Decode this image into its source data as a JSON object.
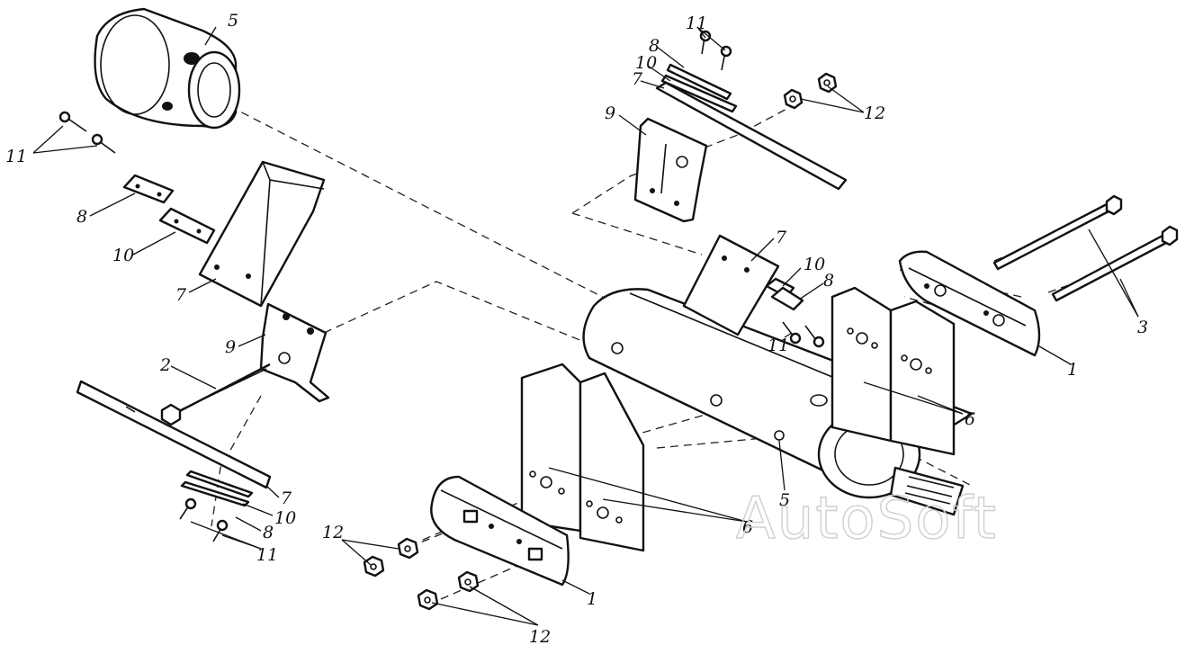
{
  "diagram": {
    "type": "exploded-assembly-drawing",
    "watermark": "AutoSoft",
    "callouts": {
      "c1a": "1",
      "c1b": "1",
      "c2": "2",
      "c3": "3",
      "c5a": "5",
      "c5b": "5",
      "c6a": "6",
      "c6b": "6",
      "c7a": "7",
      "c7b": "7",
      "c7c": "7",
      "c7d": "7",
      "c8a": "8",
      "c8b": "8",
      "c8c": "8",
      "c8d": "8",
      "c9a": "9",
      "c9b": "9",
      "c10a": "10",
      "c10b": "10",
      "c10c": "10",
      "c10d": "10",
      "c11a": "11",
      "c11b": "11",
      "c11c": "11",
      "c11d": "11",
      "c12a": "12",
      "c12b": "12",
      "c12c": "12"
    }
  }
}
